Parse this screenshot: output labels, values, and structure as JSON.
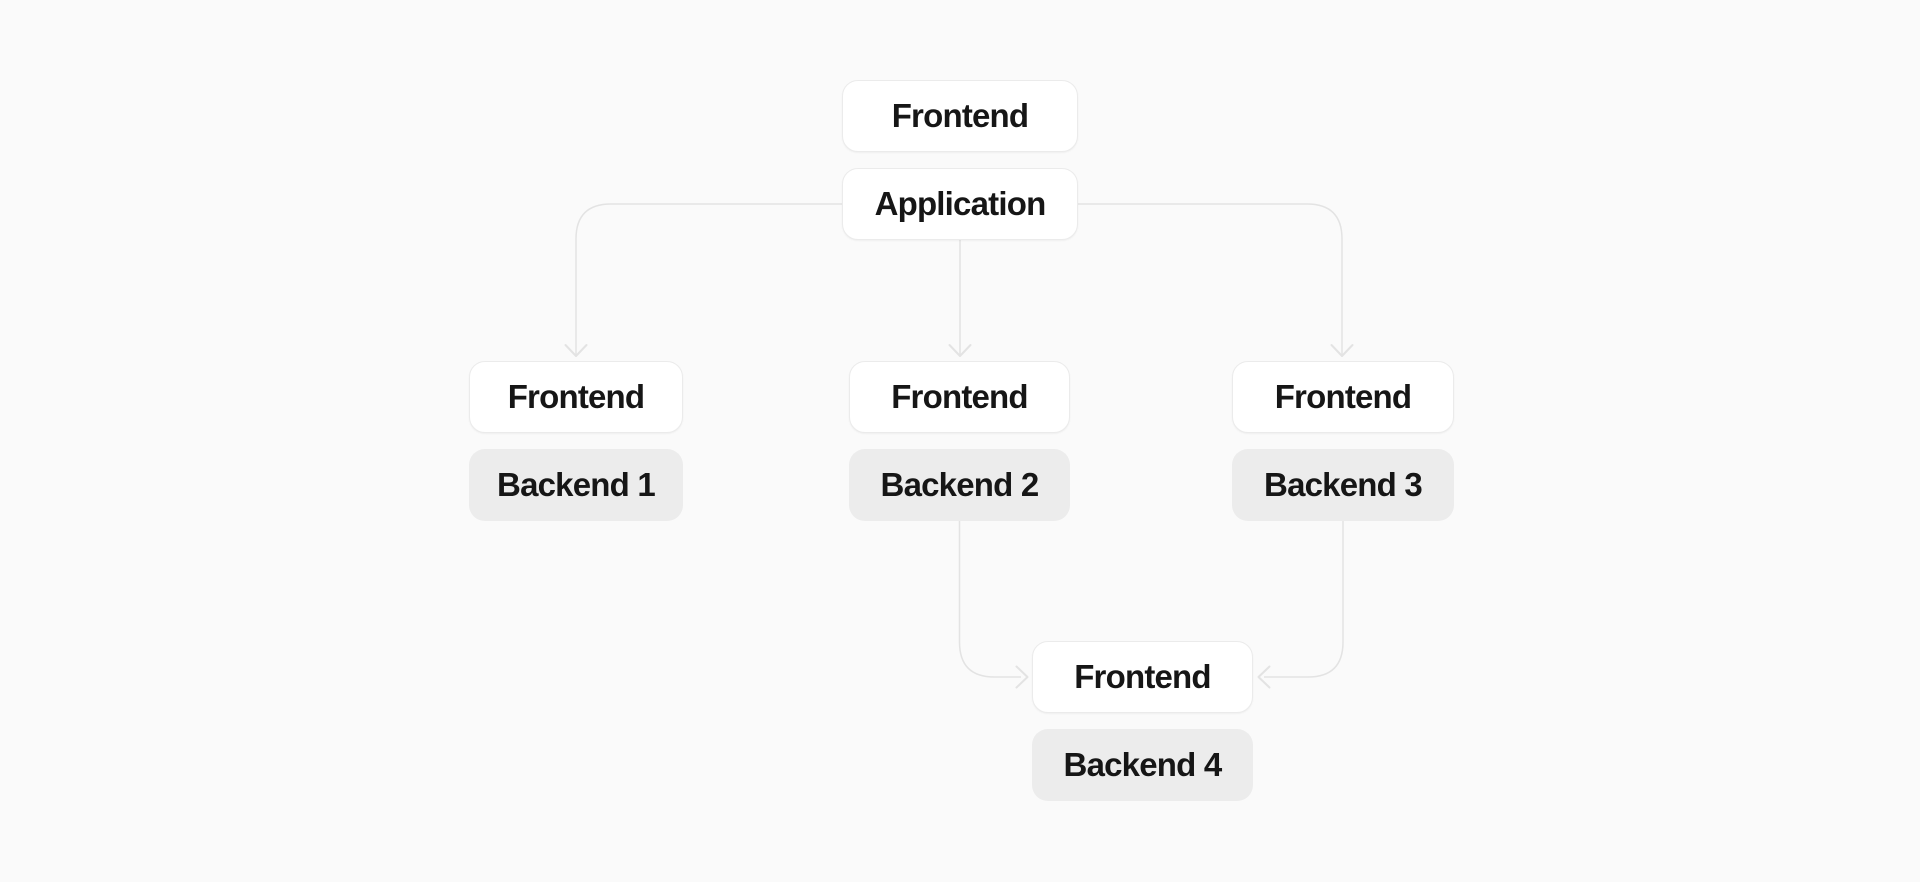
{
  "colors": {
    "canvas-bg": "#fafafa",
    "node-bg": "#ffffff",
    "node-border": "#ebebeb",
    "sub-node-bg": "#ececec",
    "edge": "#e3e3e3",
    "text": "#161616"
  },
  "diagram": {
    "type": "flow-graph",
    "nodes": [
      {
        "id": "application",
        "title": "Frontend",
        "subtitle": "Application",
        "subtitle_style": "white"
      },
      {
        "id": "service-1",
        "title": "Frontend",
        "subtitle": "Backend 1",
        "subtitle_style": "gray"
      },
      {
        "id": "service-2",
        "title": "Frontend",
        "subtitle": "Backend 2",
        "subtitle_style": "gray"
      },
      {
        "id": "service-3",
        "title": "Frontend",
        "subtitle": "Backend 3",
        "subtitle_style": "gray"
      },
      {
        "id": "service-4",
        "title": "Frontend",
        "subtitle": "Backend 4",
        "subtitle_style": "gray"
      }
    ],
    "edges": [
      {
        "from": "application (Application, left)",
        "to": "service-1 (Frontend, top)",
        "arrow": "down"
      },
      {
        "from": "application (Application, bottom)",
        "to": "service-2 (Frontend, top)",
        "arrow": "down"
      },
      {
        "from": "application (Application, right)",
        "to": "service-3 (Frontend, top)",
        "arrow": "down"
      },
      {
        "from": "service-2 (Backend 2, bottom)",
        "to": "service-4 (Frontend, left)",
        "arrow": "right"
      },
      {
        "from": "service-3 (Backend 3, bottom)",
        "to": "service-4 (Frontend, right)",
        "arrow": "left"
      }
    ]
  }
}
